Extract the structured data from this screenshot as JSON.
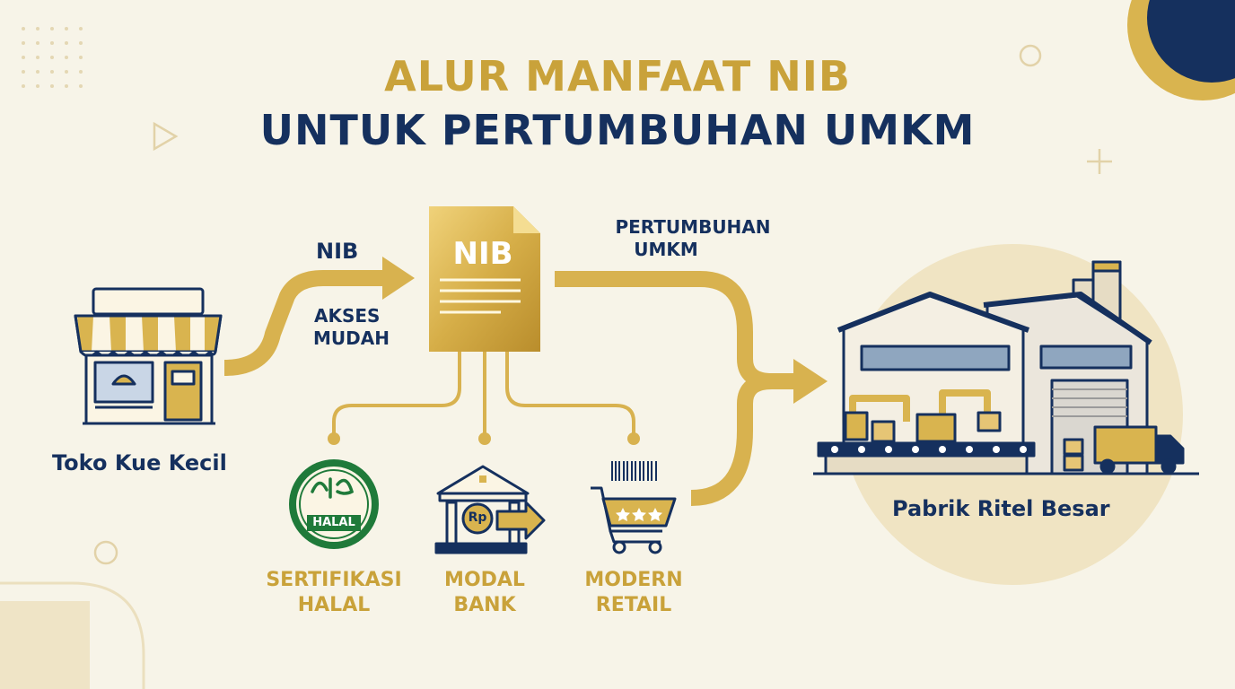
{
  "title": {
    "line1": "ALUR MANFAAT NIB",
    "line2": "UNTUK PERTUMBUHAN UMKM"
  },
  "colors": {
    "gold": "#c9a23a",
    "navy": "#15305e",
    "green": "#1f7a3a",
    "background": "#f7f4e8"
  },
  "flow": {
    "arrow_top_label": "NIB",
    "arrow_bottom_label_line1": "AKSES",
    "arrow_bottom_label_line2": "MUDAH",
    "document_label": "NIB",
    "growth_label_line1": "PERTUMBUHAN",
    "growth_label_line2": "UMKM"
  },
  "start": {
    "label": "Toko Kue Kecil",
    "icon": "bakery-shop-icon"
  },
  "end": {
    "label": "Pabrik Ritel Besar",
    "icon": "factory-icon"
  },
  "benefits": [
    {
      "line1": "SERTIFIKASI",
      "line2": "HALAL",
      "icon": "halal-badge-icon",
      "badge_text": "HALAL"
    },
    {
      "line1": "MODAL",
      "line2": "BANK",
      "icon": "bank-icon",
      "coin_text": "Rp"
    },
    {
      "line1": "MODERN",
      "line2": "RETAIL",
      "icon": "shopping-cart-icon"
    }
  ]
}
